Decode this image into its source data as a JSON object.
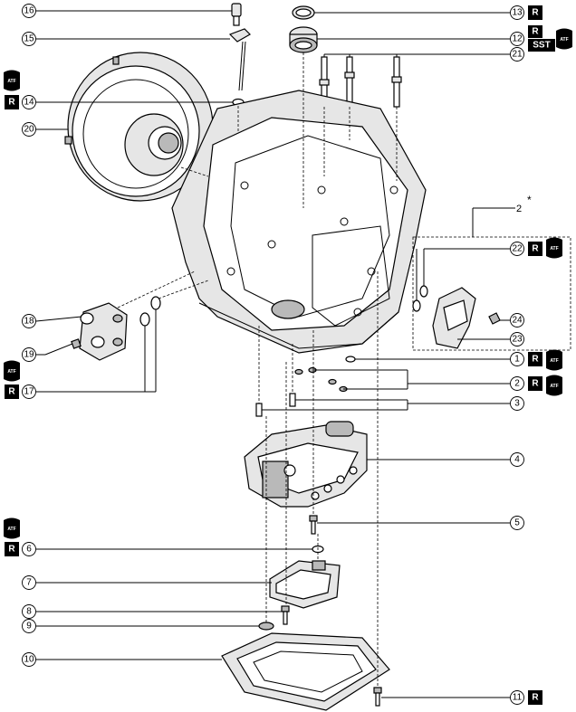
{
  "callouts": {
    "c1": "1",
    "c2": "2",
    "c2top": "2",
    "c3": "3",
    "c4": "4",
    "c5": "5",
    "c6": "6",
    "c7": "7",
    "c8": "8",
    "c9": "9",
    "c10": "10",
    "c11": "11",
    "c12": "12",
    "c13": "13",
    "c14": "14",
    "c15": "15",
    "c16": "16",
    "c17": "17",
    "c18": "18",
    "c19": "19",
    "c20": "20",
    "c21": "21",
    "c22": "22",
    "c23": "23",
    "c24": "24"
  },
  "star": "*",
  "badges": {
    "r": "R",
    "sst": "SST",
    "atf": "ATF"
  },
  "icons": [
    "replace-badge",
    "sst-badge",
    "atf-fluid-icon"
  ]
}
